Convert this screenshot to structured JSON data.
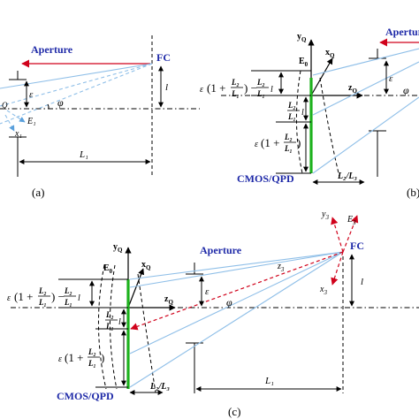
{
  "panel_a": {
    "caption": "(a)",
    "aperture_label": "Aperture",
    "fc_label": "FC",
    "epsilon_label": "ε",
    "l_label": "l",
    "phi_label": "φ",
    "length_label": "L₁",
    "e1_label": "E₁",
    "x1_label": "x₁",
    "q_label": "Q"
  },
  "panel_b": {
    "caption": "(b)",
    "yq_label": "y",
    "yq_sub": "Q",
    "xq_label": "x",
    "xq_sub": "Q",
    "zq_label": "z",
    "zq_sub": "Q",
    "e0_label": "E",
    "e0_sub": "0",
    "aperture_label": "Aperture",
    "epsilon_label": "ε",
    "phi_label": "φ",
    "detector_label": "CMOS/QPD",
    "ratio_label": "L₂/L₃",
    "eq_top_prefix": "ε",
    "eq_top_num": "L₂",
    "eq_top_den": "L₁",
    "eq_top_tail": "l",
    "eq_mid_num": "L₂",
    "eq_mid_den": "L₁",
    "eq_mid_tail": "l",
    "eq_bot_prefix": "ε",
    "eq_bot_num": "L₂",
    "eq_bot_den": "L₁"
  },
  "panel_c": {
    "caption": "(c)",
    "yq_label": "y",
    "yq_sub": "Q",
    "xq_label": "x",
    "xq_sub": "Q",
    "zq_label": "z",
    "zq_sub": "Q",
    "e0_label": "E",
    "e0_sub": "0",
    "aperture_label": "Aperture",
    "fc_label": "FC",
    "y3_label": "y",
    "y3_sub": "3",
    "e3_label": "E",
    "e3_sub": "3",
    "x3_label": "x",
    "x3_sub": "3",
    "z3_label": "z",
    "z3_sub": "3",
    "epsilon_label": "ε",
    "l_label": "l",
    "phi_label": "φ",
    "length_label": "L₁",
    "detector_label": "CMOS/QPD",
    "ratio_label": "L₂/L₃",
    "eq_top_prefix": "ε",
    "eq_top_num": "L₂",
    "eq_top_den": "L₁",
    "eq_top_num2": "L₂",
    "eq_top_den2": "L₁",
    "eq_top_tail": "l",
    "eq_mid_num": "L₂",
    "eq_mid_den": "L₁",
    "eq_mid_tail": "l",
    "eq_bot_prefix": "ε",
    "eq_bot_num": "L₂",
    "eq_bot_den": "L₁"
  },
  "colors": {
    "ray_blue": "#8fbfe8",
    "aperture_arrow_red": "#d0021b",
    "label_blue": "#1f2aa8",
    "detector_green": "#1db21d"
  }
}
